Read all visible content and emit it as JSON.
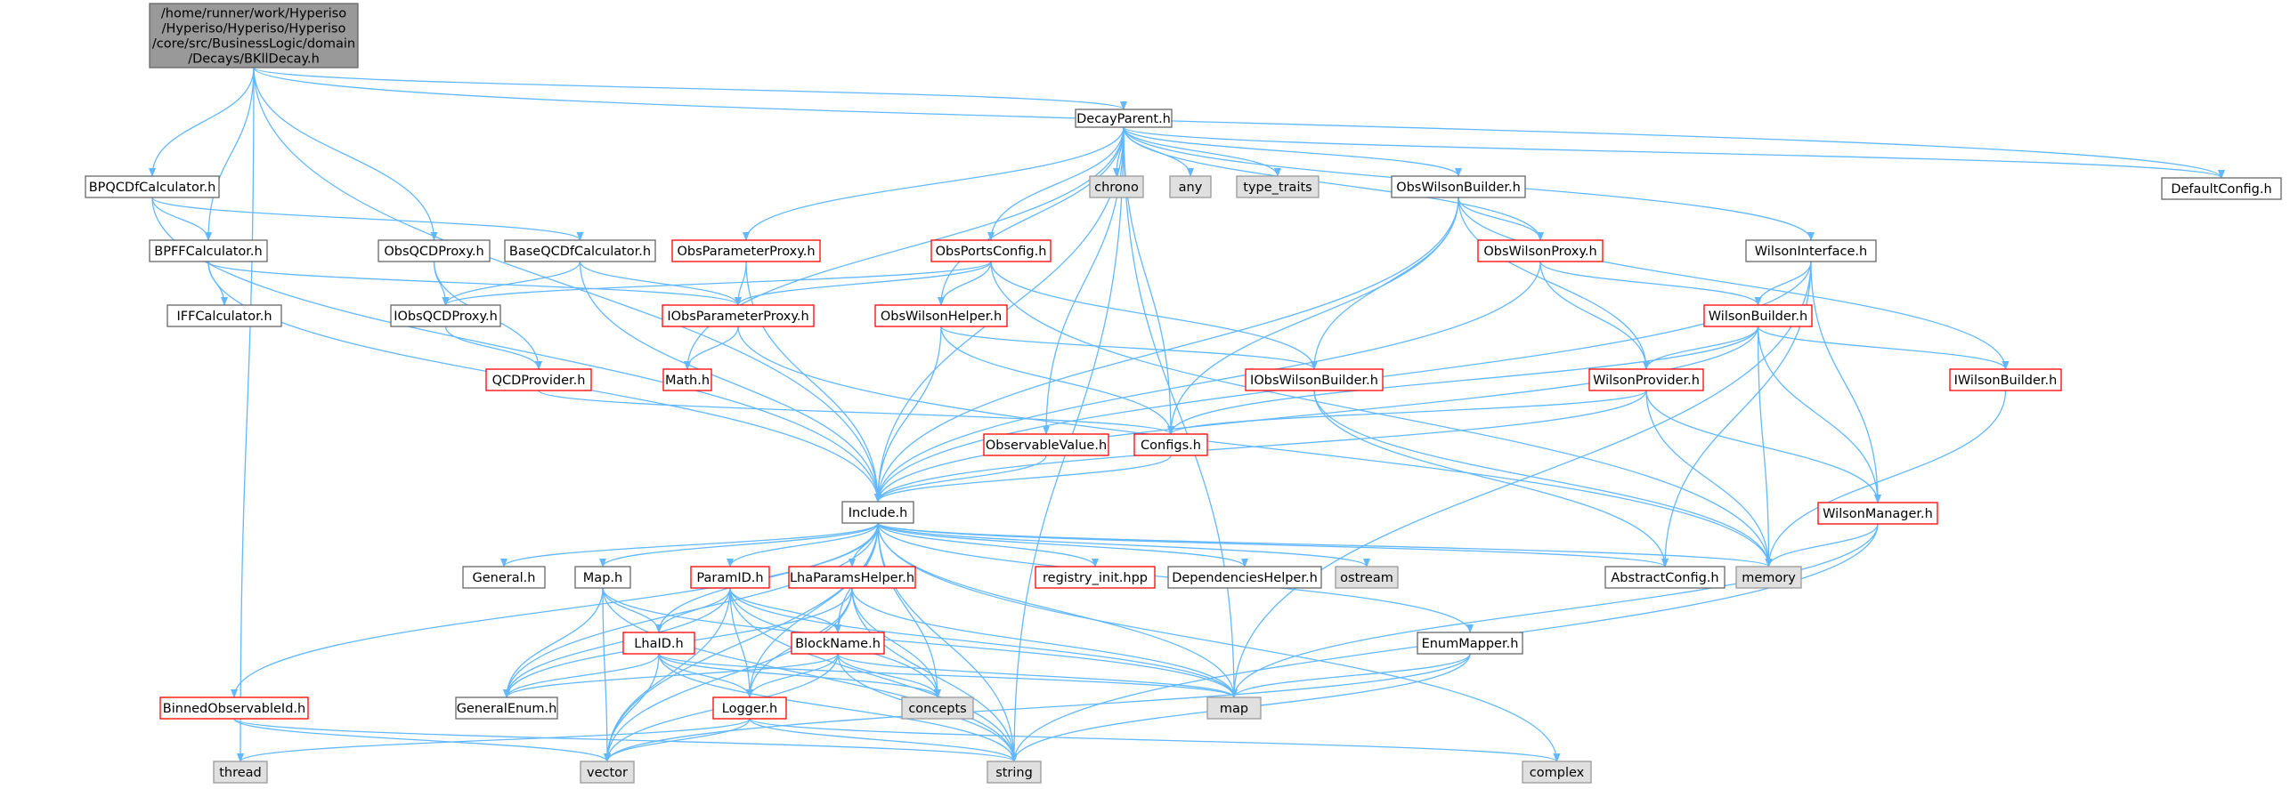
{
  "colors": {
    "edge": "#63b8ff",
    "normal_fill": "#ffffff",
    "normal_border": "#666666",
    "red_border": "#ff0000",
    "system_fill": "#e0e0e0",
    "system_border": "#999999",
    "root_fill": "#999999",
    "root_border": "#666666"
  },
  "nodes": [
    {
      "id": "root",
      "label": "/home/runner/work/Hyperiso\n/Hyperiso/Hyperiso/Hyperiso\n/core/src/BusinessLogic/domain\n/Decays/BKllDecay.h",
      "style": "root"
    },
    {
      "id": "decayparent",
      "label": "DecayParent.h",
      "style": "normal"
    },
    {
      "id": "defaultconfig",
      "label": "DefaultConfig.h",
      "style": "normal"
    },
    {
      "id": "bpqcdf",
      "label": "BPQCDfCalculator.h",
      "style": "normal"
    },
    {
      "id": "baseqcdf",
      "label": "BaseQCDfCalculator.h",
      "style": "normal"
    },
    {
      "id": "bpff",
      "label": "BPFFCalculator.h",
      "style": "normal"
    },
    {
      "id": "iffcalc",
      "label": "IFFCalculator.h",
      "style": "normal"
    },
    {
      "id": "obsqcdproxy",
      "label": "ObsQCDProxy.h",
      "style": "normal"
    },
    {
      "id": "iobsqcdproxy",
      "label": "IObsQCDProxy.h",
      "style": "normal"
    },
    {
      "id": "qcdprovider",
      "label": "QCDProvider.h",
      "style": "red"
    },
    {
      "id": "obsparamproxy",
      "label": "ObsParameterProxy.h",
      "style": "red"
    },
    {
      "id": "iobsparamproxy",
      "label": "IObsParameterProxy.h",
      "style": "red"
    },
    {
      "id": "mathh",
      "label": "Math.h",
      "style": "red"
    },
    {
      "id": "obsportsconfig",
      "label": "ObsPortsConfig.h",
      "style": "red"
    },
    {
      "id": "obswilsonhelper",
      "label": "ObsWilsonHelper.h",
      "style": "red"
    },
    {
      "id": "obswilsonbuilder",
      "label": "ObsWilsonBuilder.h",
      "style": "normal"
    },
    {
      "id": "obswilsonproxy",
      "label": "ObsWilsonProxy.h",
      "style": "red"
    },
    {
      "id": "iobswilsonbuilder",
      "label": "IObsWilsonBuilder.h",
      "style": "red"
    },
    {
      "id": "wilsoninterface",
      "label": "WilsonInterface.h",
      "style": "normal"
    },
    {
      "id": "wilsonbuilder",
      "label": "WilsonBuilder.h",
      "style": "red"
    },
    {
      "id": "wilsonprovider",
      "label": "WilsonProvider.h",
      "style": "red"
    },
    {
      "id": "iwilsonbuilder",
      "label": "IWilsonBuilder.h",
      "style": "red"
    },
    {
      "id": "wilsonmanager",
      "label": "WilsonManager.h",
      "style": "red"
    },
    {
      "id": "observablevalue",
      "label": "ObservableValue.h",
      "style": "red"
    },
    {
      "id": "configs",
      "label": "Configs.h",
      "style": "red"
    },
    {
      "id": "include",
      "label": "Include.h",
      "style": "normal"
    },
    {
      "id": "chrono",
      "label": "chrono",
      "style": "system"
    },
    {
      "id": "any",
      "label": "any",
      "style": "system"
    },
    {
      "id": "typetraits",
      "label": "type_traits",
      "style": "system"
    },
    {
      "id": "generalh",
      "label": "General.h",
      "style": "normal"
    },
    {
      "id": "maph",
      "label": "Map.h",
      "style": "normal"
    },
    {
      "id": "paramid",
      "label": "ParamID.h",
      "style": "red"
    },
    {
      "id": "lhaparamshelper",
      "label": "LhaParamsHelper.h",
      "style": "red"
    },
    {
      "id": "registryinit",
      "label": "registry_init.hpp",
      "style": "red"
    },
    {
      "id": "dependencieshelper",
      "label": "DependenciesHelper.h",
      "style": "normal"
    },
    {
      "id": "ostream",
      "label": "ostream",
      "style": "system"
    },
    {
      "id": "abstractconfig",
      "label": "AbstractConfig.h",
      "style": "normal"
    },
    {
      "id": "memory",
      "label": "memory",
      "style": "system"
    },
    {
      "id": "lhaid",
      "label": "LhaID.h",
      "style": "red"
    },
    {
      "id": "blockname",
      "label": "BlockName.h",
      "style": "red"
    },
    {
      "id": "enummapper",
      "label": "EnumMapper.h",
      "style": "normal"
    },
    {
      "id": "binnedobs",
      "label": "BinnedObservableId.h",
      "style": "red"
    },
    {
      "id": "generalenum",
      "label": "GeneralEnum.h",
      "style": "normal"
    },
    {
      "id": "logger",
      "label": "Logger.h",
      "style": "red"
    },
    {
      "id": "concepts",
      "label": "concepts",
      "style": "system"
    },
    {
      "id": "map",
      "label": "map",
      "style": "system"
    },
    {
      "id": "thread",
      "label": "thread",
      "style": "system"
    },
    {
      "id": "vector",
      "label": "vector",
      "style": "system"
    },
    {
      "id": "string",
      "label": "string",
      "style": "system"
    },
    {
      "id": "complex",
      "label": "complex",
      "style": "system"
    }
  ],
  "edges": [
    [
      "root",
      "decayparent"
    ],
    [
      "root",
      "defaultconfig"
    ],
    [
      "root",
      "bpqcdf"
    ],
    [
      "root",
      "bpff"
    ],
    [
      "root",
      "obsqcdproxy"
    ],
    [
      "root",
      "include"
    ],
    [
      "root",
      "thread"
    ],
    [
      "decayparent",
      "defaultconfig"
    ],
    [
      "decayparent",
      "chrono"
    ],
    [
      "decayparent",
      "any"
    ],
    [
      "decayparent",
      "typetraits"
    ],
    [
      "decayparent",
      "obswilsonbuilder"
    ],
    [
      "decayparent",
      "wilsoninterface"
    ],
    [
      "decayparent",
      "obsparamproxy"
    ],
    [
      "decayparent",
      "obsportsconfig"
    ],
    [
      "decayparent",
      "obswilsonhelper"
    ],
    [
      "decayparent",
      "obswilsonproxy"
    ],
    [
      "decayparent",
      "mathh"
    ],
    [
      "decayparent",
      "observablevalue"
    ],
    [
      "decayparent",
      "configs"
    ],
    [
      "decayparent",
      "include"
    ],
    [
      "decayparent",
      "map"
    ],
    [
      "decayparent",
      "string"
    ],
    [
      "bpqcdf",
      "baseqcdf"
    ],
    [
      "bpqcdf",
      "bpff"
    ],
    [
      "bpqcdf",
      "include"
    ],
    [
      "bpff",
      "iffcalc"
    ],
    [
      "bpff",
      "iobsparamproxy"
    ],
    [
      "bpff",
      "include"
    ],
    [
      "baseqcdf",
      "iobsqcdproxy"
    ],
    [
      "baseqcdf",
      "iobsparamproxy"
    ],
    [
      "baseqcdf",
      "include"
    ],
    [
      "obsqcdproxy",
      "iobsqcdproxy"
    ],
    [
      "obsqcdproxy",
      "qcdprovider"
    ],
    [
      "iobsqcdproxy",
      "qcdprovider"
    ],
    [
      "qcdprovider",
      "configs"
    ],
    [
      "obsparamproxy",
      "iobsparamproxy"
    ],
    [
      "obsparamproxy",
      "include"
    ],
    [
      "iobsparamproxy",
      "mathh"
    ],
    [
      "iobsparamproxy",
      "memory"
    ],
    [
      "obsportsconfig",
      "iobsqcdproxy"
    ],
    [
      "obsportsconfig",
      "iobsparamproxy"
    ],
    [
      "obsportsconfig",
      "obswilsonhelper"
    ],
    [
      "obsportsconfig",
      "iobswilsonbuilder"
    ],
    [
      "obsportsconfig",
      "memory"
    ],
    [
      "obswilsonhelper",
      "iobswilsonbuilder"
    ],
    [
      "obswilsonhelper",
      "configs"
    ],
    [
      "obswilsonhelper",
      "include"
    ],
    [
      "obswilsonbuilder",
      "obswilsonproxy"
    ],
    [
      "obswilsonbuilder",
      "iobswilsonbuilder"
    ],
    [
      "obswilsonbuilder",
      "wilsonprovider"
    ],
    [
      "obswilsonbuilder",
      "iwilsonbuilder"
    ],
    [
      "obswilsonbuilder",
      "configs"
    ],
    [
      "obswilsonbuilder",
      "include"
    ],
    [
      "obswilsonproxy",
      "wilsonbuilder"
    ],
    [
      "obswilsonproxy",
      "wilsonprovider"
    ],
    [
      "obswilsonproxy",
      "include"
    ],
    [
      "iobswilsonbuilder",
      "abstractconfig"
    ],
    [
      "iobswilsonbuilder",
      "memory"
    ],
    [
      "wilsoninterface",
      "wilsonbuilder"
    ],
    [
      "wilsoninterface",
      "wilsonmanager"
    ],
    [
      "wilsoninterface",
      "abstractconfig"
    ],
    [
      "wilsoninterface",
      "include"
    ],
    [
      "wilsoninterface",
      "map"
    ],
    [
      "wilsonbuilder",
      "wilsonprovider"
    ],
    [
      "wilsonbuilder",
      "iwilsonbuilder"
    ],
    [
      "wilsonbuilder",
      "wilsonmanager"
    ],
    [
      "wilsonbuilder",
      "configs"
    ],
    [
      "wilsonbuilder",
      "memory"
    ],
    [
      "wilsonbuilder",
      "include"
    ],
    [
      "wilsonprovider",
      "wilsonmanager"
    ],
    [
      "wilsonprovider",
      "configs"
    ],
    [
      "wilsonprovider",
      "memory"
    ],
    [
      "wilsonprovider",
      "include"
    ],
    [
      "iwilsonbuilder",
      "memory"
    ],
    [
      "wilsonmanager",
      "memory"
    ],
    [
      "wilsonmanager",
      "map"
    ],
    [
      "wilsonmanager",
      "string"
    ],
    [
      "observablevalue",
      "include"
    ],
    [
      "configs",
      "include"
    ],
    [
      "include",
      "generalh"
    ],
    [
      "include",
      "maph"
    ],
    [
      "include",
      "paramid"
    ],
    [
      "include",
      "lhaparamshelper"
    ],
    [
      "include",
      "registryinit"
    ],
    [
      "include",
      "dependencieshelper"
    ],
    [
      "include",
      "ostream"
    ],
    [
      "include",
      "abstractconfig"
    ],
    [
      "include",
      "memory"
    ],
    [
      "include",
      "lhaid"
    ],
    [
      "include",
      "blockname"
    ],
    [
      "include",
      "enummapper"
    ],
    [
      "include",
      "binnedobs"
    ],
    [
      "include",
      "generalenum"
    ],
    [
      "include",
      "logger"
    ],
    [
      "include",
      "concepts"
    ],
    [
      "include",
      "map"
    ],
    [
      "include",
      "vector"
    ],
    [
      "include",
      "string"
    ],
    [
      "include",
      "complex"
    ],
    [
      "maph",
      "lhaid"
    ],
    [
      "maph",
      "generalenum"
    ],
    [
      "maph",
      "vector"
    ],
    [
      "maph",
      "map"
    ],
    [
      "maph",
      "string"
    ],
    [
      "paramid",
      "lhaid"
    ],
    [
      "paramid",
      "blockname"
    ],
    [
      "paramid",
      "generalenum"
    ],
    [
      "paramid",
      "logger"
    ],
    [
      "paramid",
      "concepts"
    ],
    [
      "paramid",
      "map"
    ],
    [
      "paramid",
      "vector"
    ],
    [
      "paramid",
      "string"
    ],
    [
      "lhaparamshelper",
      "blockname"
    ],
    [
      "lhaparamshelper",
      "logger"
    ],
    [
      "lhaparamshelper",
      "concepts"
    ],
    [
      "lhaparamshelper",
      "map"
    ],
    [
      "lhaparamshelper",
      "vector"
    ],
    [
      "lhaparamshelper",
      "generalenum"
    ],
    [
      "lhaparamshelper",
      "string"
    ],
    [
      "lhaid",
      "generalenum"
    ],
    [
      "lhaid",
      "logger"
    ],
    [
      "lhaid",
      "concepts"
    ],
    [
      "lhaid",
      "map"
    ],
    [
      "lhaid",
      "vector"
    ],
    [
      "lhaid",
      "string"
    ],
    [
      "blockname",
      "generalenum"
    ],
    [
      "blockname",
      "logger"
    ],
    [
      "blockname",
      "concepts"
    ],
    [
      "blockname",
      "map"
    ],
    [
      "blockname",
      "vector"
    ],
    [
      "blockname",
      "string"
    ],
    [
      "enummapper",
      "map"
    ],
    [
      "enummapper",
      "vector"
    ],
    [
      "enummapper",
      "string"
    ],
    [
      "binnedobs",
      "vector"
    ],
    [
      "binnedobs",
      "string"
    ],
    [
      "logger",
      "thread"
    ],
    [
      "logger",
      "vector"
    ],
    [
      "logger",
      "string"
    ],
    [
      "logger",
      "complex"
    ]
  ]
}
